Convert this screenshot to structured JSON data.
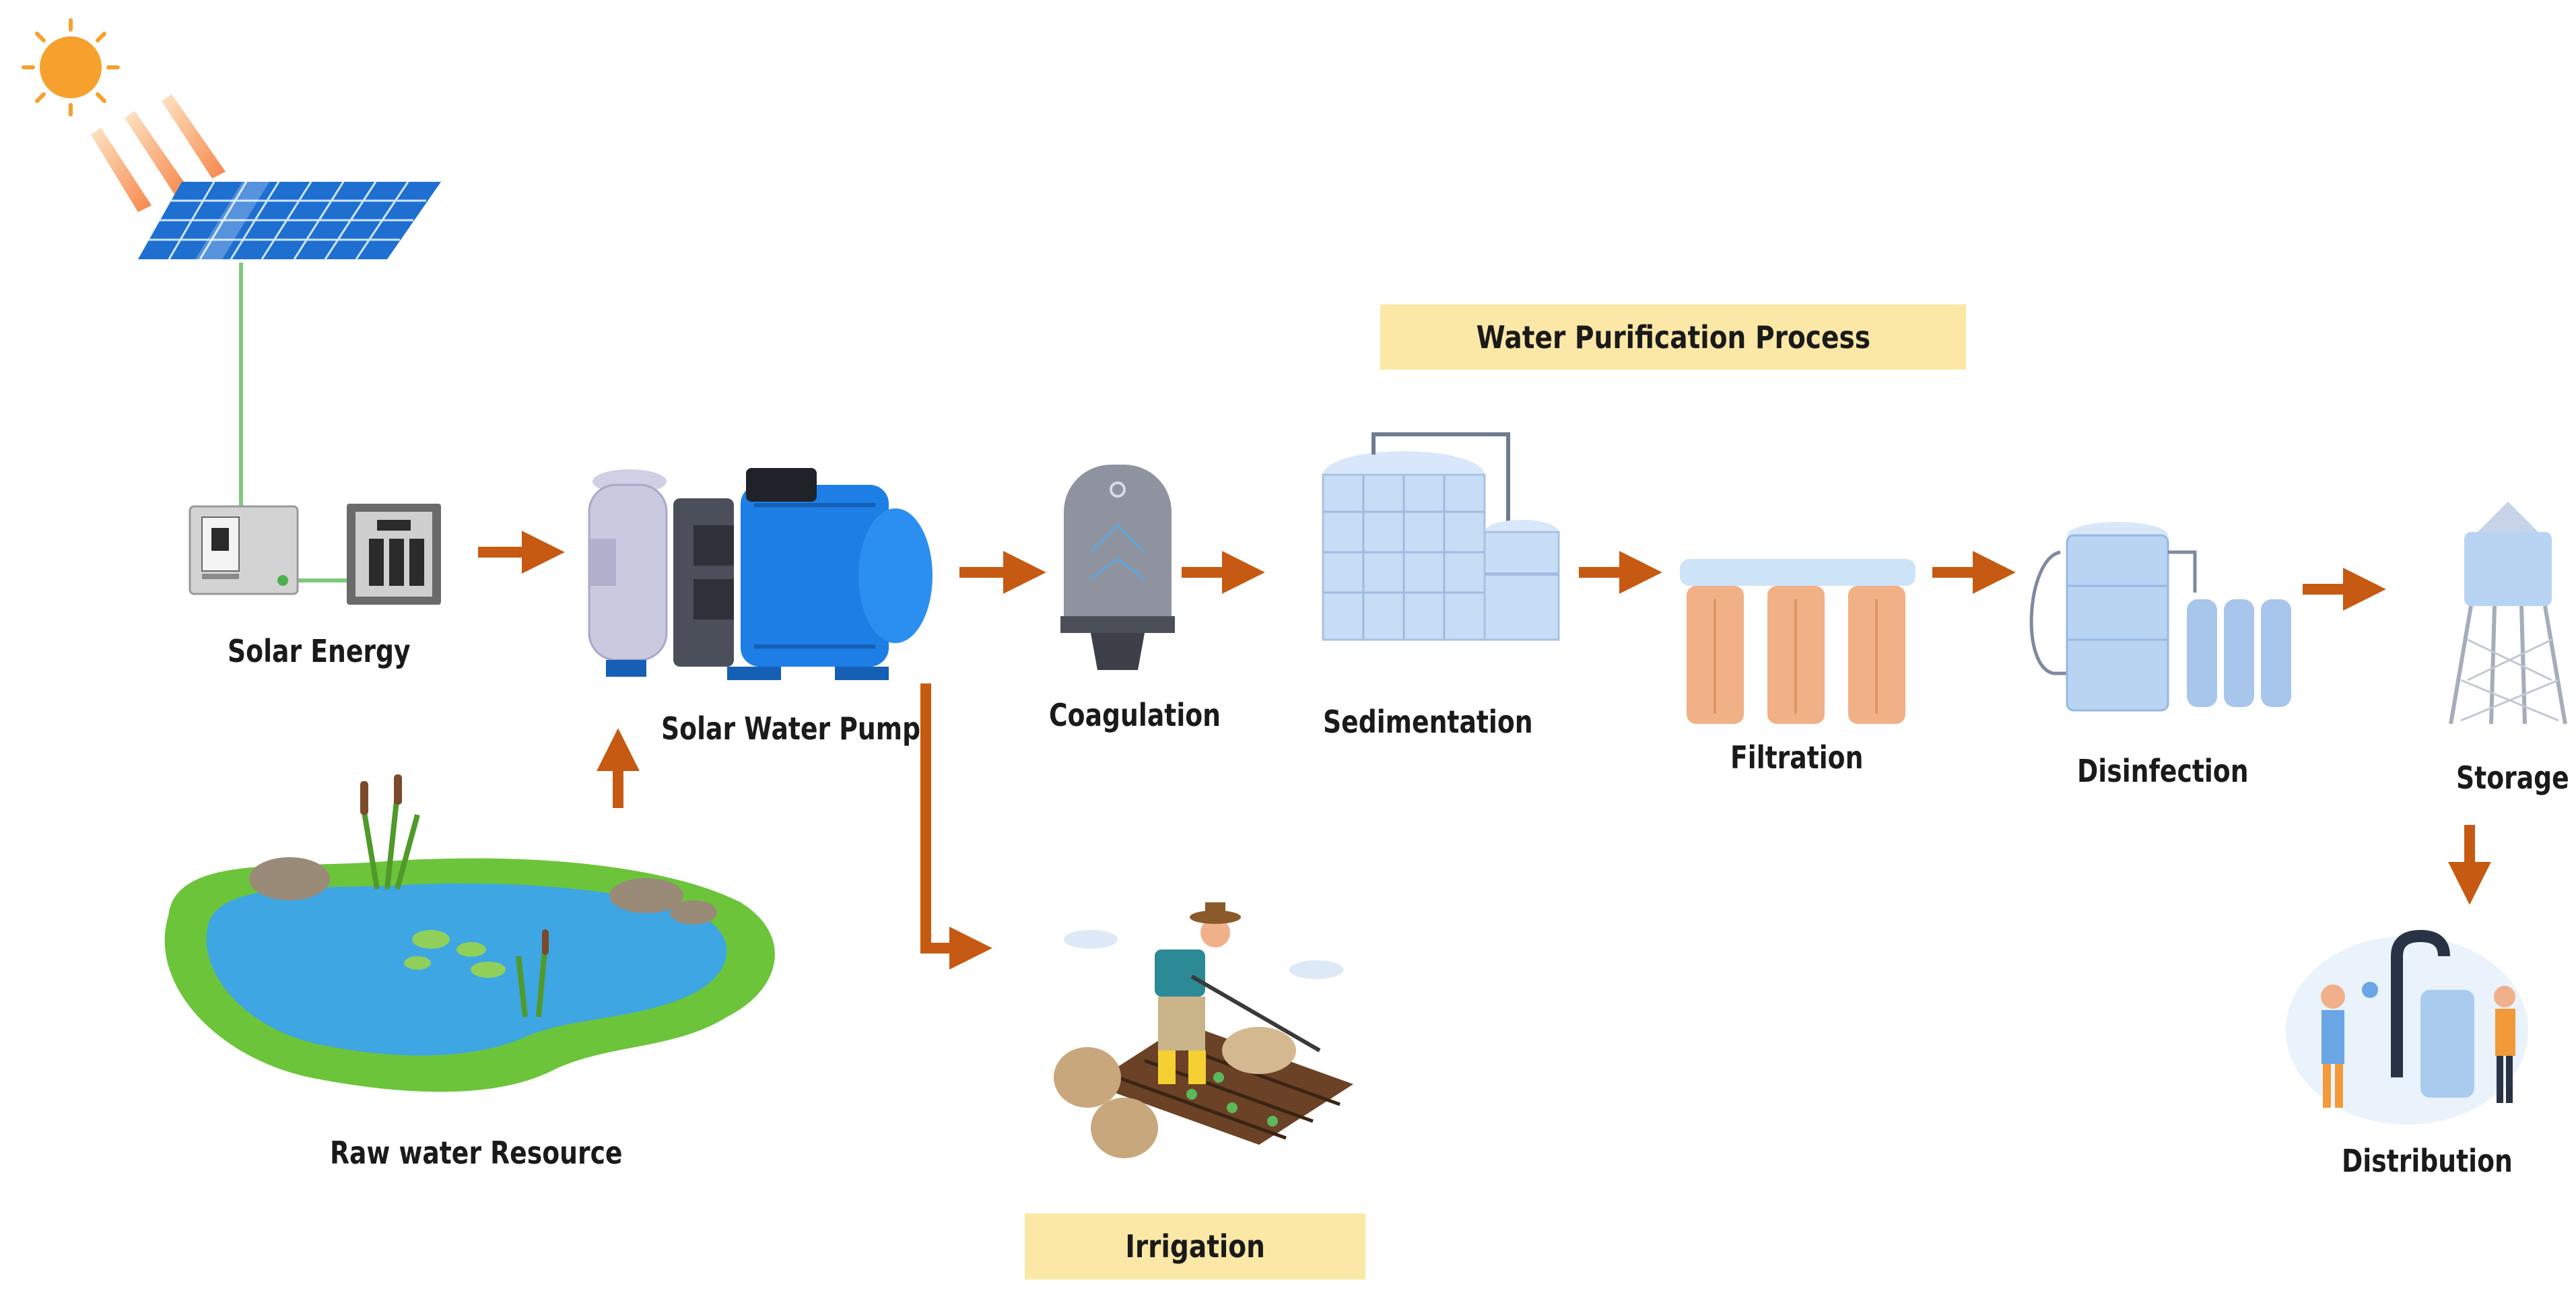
{
  "banners": {
    "purification": "Water Purification Process",
    "irrigation": "Irrigation"
  },
  "labels": {
    "solar_energy": "Solar Energy",
    "solar_pump": "Solar Water Pump",
    "raw_water": "Raw water Resource",
    "coagulation": "Coagulation",
    "sedimentation": "Sedimentation",
    "filtration": "Filtration",
    "disinfection": "Disinfection",
    "storage": "Storage",
    "distribution": "Distribution"
  },
  "colors": {
    "arrow": "#c65a12",
    "banner": "#fbe7a6",
    "sun": "#f6a12e",
    "panel": "#1f6fd1",
    "pump_motor": "#1d7fe6",
    "pond_water": "#3ea6e2",
    "grass": "#6cc43a",
    "tank": "#b8d4f2",
    "filter": "#f2b087",
    "cable": "#7fc97f"
  }
}
